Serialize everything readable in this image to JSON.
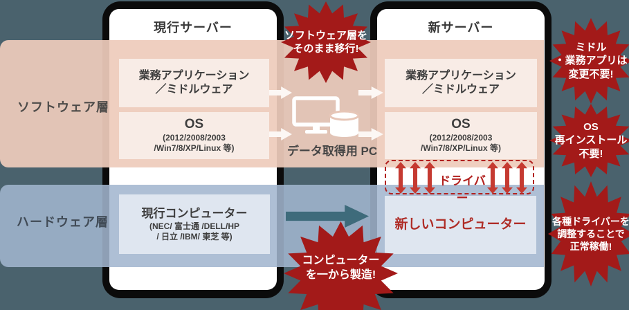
{
  "colors": {
    "background": "#4a626d",
    "software_band": "#eecbbb",
    "hardware_band": "#a2b5cf",
    "badge_red": "#a31a19",
    "accent_red": "#b2211f",
    "flow_arrow_teal": "#3e6b7b"
  },
  "layers": {
    "software_label": "ソフトウェア層",
    "hardware_label": "ハードウェア層"
  },
  "current_server": {
    "title": "現行サーバー",
    "app_box": "業務アプリケーション\n／ミドルウェア",
    "os_title": "OS",
    "os_sub": "(2012/2008/2003\n/Win7/8/XP/Linux 等)",
    "hw_title": "現行コンピューター",
    "hw_sub": "(NEC/ 富士通 /DELL/HP\n/ 日立 /IBM/ 東芝 等)"
  },
  "new_server": {
    "title": "新サーバー",
    "app_box": "業務アプリケーション\n／ミドルウェア",
    "os_title": "OS",
    "os_sub": "(2012/2008/2003\n/Win7/8/XP/Linux 等)",
    "driver_label": "ドライバー",
    "hw_title": "新しいコンピューター"
  },
  "middle": {
    "pc_label": "データ取得用 PC"
  },
  "badges": {
    "migrate": "ソフトウェア層を\nそのまま移行!",
    "manufacture": "コンピューター\nを一から製造!",
    "no_app_change": "ミドル\n・業務アプリは\n変更不要!",
    "no_os_reinstall": "OS\n再インストール\n不要!",
    "driver_adjust": "各種ドライバーを\n調整することで\n正常稼働!"
  }
}
